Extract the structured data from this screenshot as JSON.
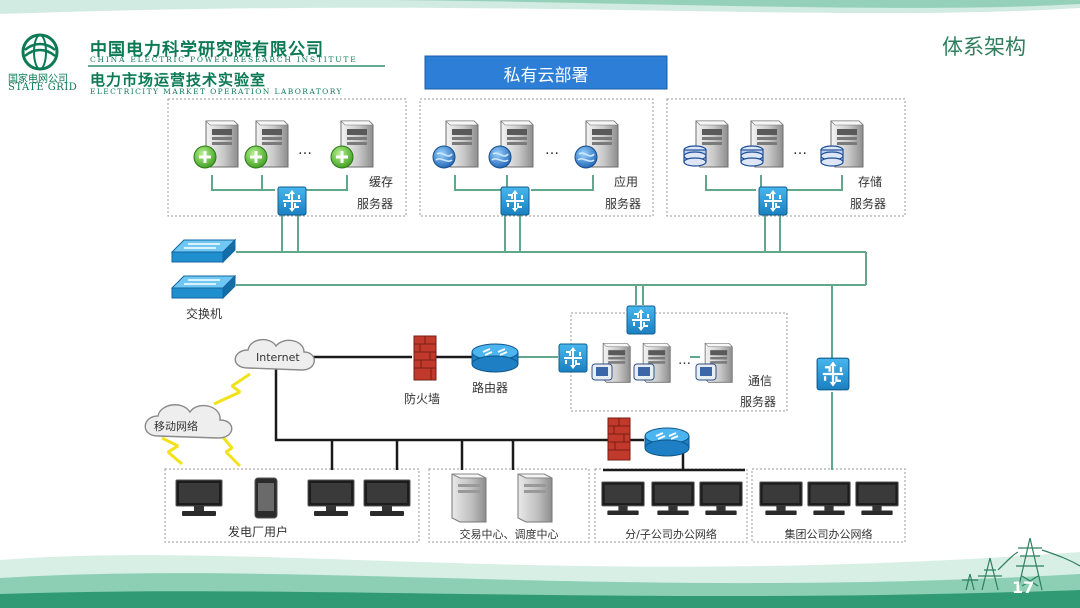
{
  "header": {
    "org_cn": "中国电力科学研究院有限公司",
    "org_en": "CHINA ELECTRIC POWER RESEARCH INSTITUTE",
    "lab_cn": "电力市场运营技术实验室",
    "lab_en": "ELECTRICITY MARKET OPERATION LABORATORY",
    "logo_cn": "国家电网公司",
    "logo_en": "STATE GRID",
    "section_title": "体系架构"
  },
  "banner": "私有云部署",
  "clusters": {
    "cache": [
      "缓存",
      "服务器"
    ],
    "app": [
      "应用",
      "服务器"
    ],
    "storage": [
      "存储",
      "服务器"
    ],
    "comm": [
      "通信",
      "服务器"
    ]
  },
  "labels": {
    "switch": "交换机",
    "internet": "Internet",
    "mobile": "移动网络",
    "firewall": "防火墙",
    "router": "路由器",
    "ellipsis": "…"
  },
  "groups": {
    "plant": "发电厂用户",
    "trading": "交易中心、调度中心",
    "branch": "分/子公司办公网络",
    "group": "集团公司办公网络"
  },
  "page_number": "17",
  "colors": {
    "line": "#5fa88c",
    "black_line": "#1a1a1a",
    "banner": "#2c7ed6",
    "switch": "#1f8fd0",
    "firewall": "#c0392b",
    "dash": "#9a9a9a"
  }
}
